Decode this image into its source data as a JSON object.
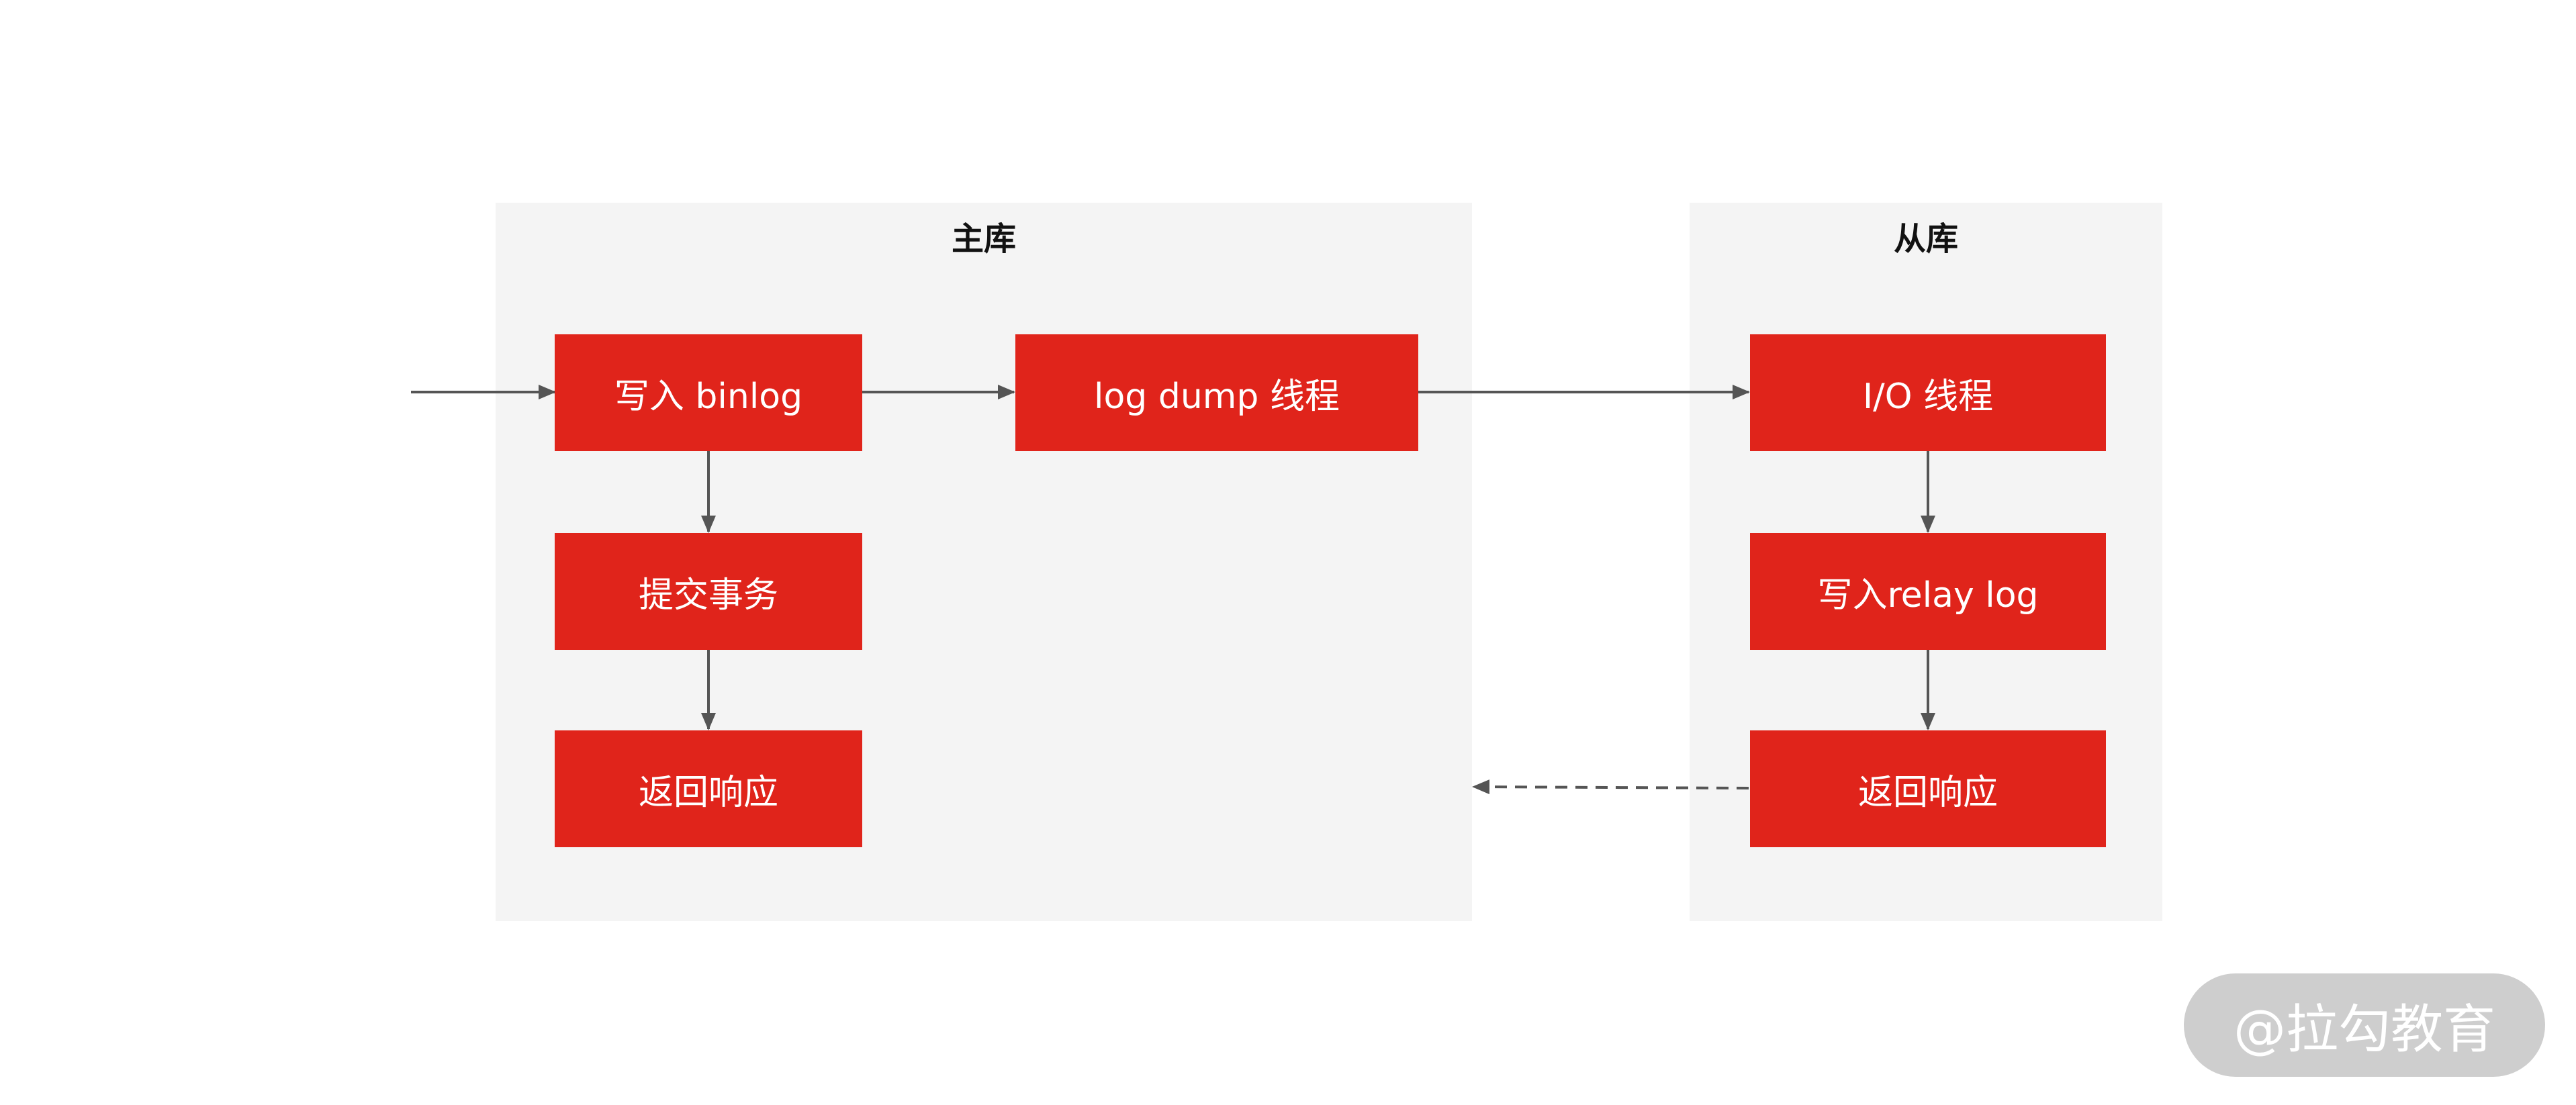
{
  "colors": {
    "node_fill": "#e0241b",
    "node_text": "#ffffff",
    "panel_fill": "#f4f4f4",
    "arrow": "#555555",
    "watermark_fill": "#c9c9c9"
  },
  "master": {
    "title": "主库",
    "nodes": {
      "write_binlog": "写入 binlog",
      "commit": "提交事务",
      "respond": "返回响应",
      "log_dump": "log dump 线程"
    }
  },
  "slave": {
    "title": "从库",
    "nodes": {
      "io_thread": "I/O 线程",
      "write_relay": "写入relay log",
      "respond": "返回响应"
    }
  },
  "watermark": "@拉勾教育"
}
